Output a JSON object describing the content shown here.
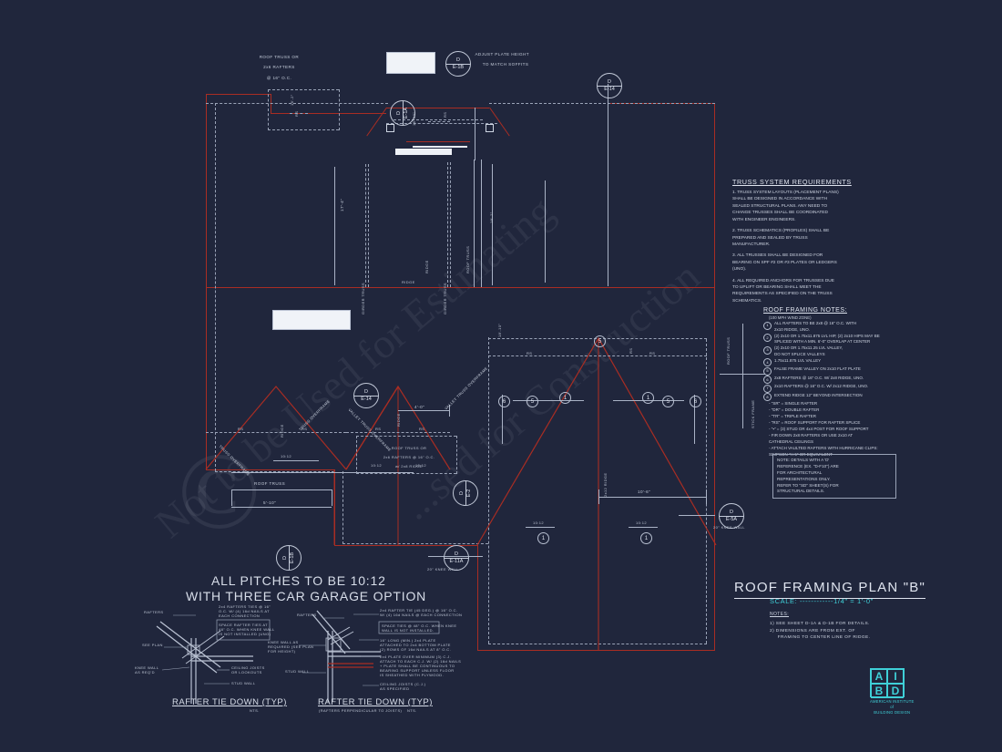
{
  "sheet": {
    "title": "ROOF FRAMING PLAN \"B\"",
    "scale": "SCALE: ------------1/4\" = 1'-0\"",
    "notes_header": "NOTES:",
    "notes": [
      "1) SEE SHEET D-1A & D-1B FOR DETAILS.",
      "2) DIMENSIONS ARE FROM EXT. OF",
      "     FRAMING TO CENTER LINE OF RIDGE."
    ]
  },
  "truss_requirements": {
    "header": "TRUSS SYSTEM REQUIREMENTS",
    "items": [
      "1. TRUSS SYSTEM LAYOUTS (PLACEMENT PLANS)",
      "SHALL BE DESIGNED IN ACCORDANCE WITH",
      "SEALED STRUCTURAL PLANS. ANY NEED TO",
      "CHANGE TRUSSES SHALL BE COORDINATED",
      "WITH ENGINEER ENGINEERS.",
      "",
      "2. TRUSS SCHEMATICS (PROFILES) SHALL BE",
      "PREPARED AND SEALED BY TRUSS",
      "MANUFACTURER.",
      "",
      "3. ALL TRUSSES SHALL BE DESIGNED FOR",
      "BEARING ON SPF #2 OR #3 PLATES OR LEDGERS",
      "(UNO).",
      "",
      "4. ALL REQUIRED ANCHORS FOR TRUSSES DUE",
      "TO UPLIFT OR BEARING SHALL MEET THE",
      "REQUIREMENTS AS SPECIFIED ON THE TRUSS",
      "SCHEMATICS."
    ]
  },
  "framing_notes": {
    "header": "ROOF FRAMING NOTES:",
    "subheader": "(100 MPH WIND ZONE)",
    "numbered": [
      {
        "num": "1",
        "text": "ALL RAFTERS TO BE 2x8 @ 16\" O.C. WITH\n2x10 RIDGE, UNO."
      },
      {
        "num": "2",
        "text": "(2) 2x10 OR 1.75x11.875 LVL HIP, (2) 2x10 HIPS MAY BE\nSPLICED WITH A MIN. 6'-0\" OVERLAP AT CENTER"
      },
      {
        "num": "3",
        "text": "(2) 2x10 OR 1.75x11.25 LVL VALLEY,\nDO NOT SPLICE VALLEYS"
      },
      {
        "num": "4",
        "text": "1.75x11.875 LVL VALLEY"
      },
      {
        "num": "5",
        "text": "FALSE FRAME VALLEY ON 2x10 FLAT PLATE"
      },
      {
        "num": "6",
        "text": "2x8 RAFTERS @ 16\" O.C. W/ 2x8 RIDGE, UNO."
      },
      {
        "num": "7",
        "text": "2x10 RAFTERS @ 16\" O.C. W/ 2x12 RIDGE, UNO."
      },
      {
        "num": "8",
        "text": "EXTEND RIDGE 12\" BEYOND INTERSECTION"
      }
    ],
    "legend": [
      "\"SR\"  = SINGLE RAFTER",
      "\"DR\"  = DOUBLE RAFTER",
      "\"TR\"  = TRIPLE RAFTER",
      "\"RS\"  = ROOF SUPPORT FOR RAFTER SPLICE",
      "\"▪\"   = (3) STUD OR 4x4 POST FOR ROOF SUPPORT"
    ],
    "bullets": [
      "FIR DOWN 2x8 RAFTERS OR USE 2x10 AT",
      "  CATHEDRAL CEILINGS",
      "ATTACH VAULTED RAFTERS WITH HURRICANE CLIPS:",
      "  SIMPSON \"H-5\" OR EQUIVALENT"
    ]
  },
  "detail_note": {
    "lines": [
      "NOTE: DETAILS WITH A 'D'",
      "REFERENCE (EX. \"D-F10\") ARE",
      "FOR ARCHITECTURAL",
      "REPRESENTATIONS ONLY.",
      "REFER TO \"SD\" SHEET(S) FOR",
      "STRUCTURAL DETAILS."
    ]
  },
  "plan_labels": {
    "roof_truss_callout": [
      "ROOF TRUSS OR",
      "2x6 RAFTERS",
      "@ 16\" O.C."
    ],
    "adjust_plate": [
      "ADJUST PLATE HEIGHT",
      "TO MATCH SOFFITS"
    ],
    "pitch_note": [
      "ALL PITCHES TO BE 10:12",
      "WITH THREE CAR GARAGE OPTION"
    ],
    "ridge": "RIDGE",
    "girder_truss": "GIRDER TRUSS",
    "valley_truss_overframe": "VALLEY TRUSS OVERFRAME",
    "truss_overframe": "TRUSS OVERFRAME",
    "roof_truss": "ROOF TRUSS",
    "stick_frame": "STICK FRAME",
    "ridge_2x12": "2x12 RIDGE",
    "knee_wall_20": "20\" KNEE WALL",
    "center_truss_note": [
      "ROOF TRUSS OR",
      "2x6 RAFTERS @ 16\" O.C.",
      "w/ 2x8 RIDGE"
    ],
    "rs": "RS",
    "dims": {
      "left_height": "17'-4\"",
      "center_width": "4'-0\"",
      "garage_width": "5'-10\"",
      "right_width": "10'-6\"",
      "pitch": "10:12",
      "vert_dim_1": "18'-2\"",
      "vert_dim_2": "18'-10\""
    }
  },
  "bubbles": [
    {
      "id": "b1",
      "top": "D",
      "bottom": "E-1B"
    },
    {
      "id": "b2",
      "top": "D",
      "bottom": "E-1A"
    },
    {
      "id": "b3",
      "top": "D",
      "bottom": "E-14"
    },
    {
      "id": "b4",
      "top": "D",
      "bottom": "E-14"
    },
    {
      "id": "b5",
      "top": "D",
      "bottom": "E-1B"
    },
    {
      "id": "b6",
      "top": "D",
      "bottom": "E-11A"
    },
    {
      "id": "b7",
      "top": "D",
      "bottom": "E-5A"
    },
    {
      "id": "b8",
      "top": "D",
      "bottom": "E-2"
    }
  ],
  "details": {
    "left": {
      "title": "RAFTER TIE DOWN (TYP)",
      "subtitle": "NTS.",
      "labels": [
        "RAFTERS",
        "SEE PLAN",
        "KNEE WALL\nAS REQ'D",
        "CEILING JOISTS\nOR LOOKOUTS",
        "STUD WALL"
      ],
      "callouts": [
        "2x4 RAFTERS TIES @ 16\"\nO.C. W/ (4) 16d NAILS AT\nEACH CONNECTION",
        "SPACE RAFTER TIES AT\n48\" O.C. WHEN KNEE WALL\nIS NOT INSTALLED (UNO)"
      ]
    },
    "right": {
      "title": "RAFTER TIE DOWN (TYP)",
      "subtitle": "(RAFTERS PERPENDICULAR TO JOISTS)",
      "nts": "NTS.",
      "labels": [
        "RAFTERS",
        "KNEE WALL AS\nREQUIRED (SEE PLAN\nFOR HEIGHT)",
        "STUD WALL"
      ],
      "callouts": [
        "2x4 RAFTER TIE (45 DEG.) @ 16\" O.C.\nW/ (4) 16d NAILS @ EACH CONNECTION",
        "SPACE TIES @ 48\" O.C. WHEN KNEE\nWALL IS NOT INSTALLED.",
        "16\" LONG (MIN.) 2x4 PLATE\nATTACHED TO 2x4 BOTTOM PLATE\n(2) ROWS OF 16d NAILS AT 8\" O.C.",
        "2x4 PLATE OVER MINIMUM (3) C.J.\nATTACH TO EACH C.J. W/ (2) 16d NAILS\n+ PLATE SHALL BE CONTINUOUS TO\nBEARING SUPPORT UNLESS FLOOR\nIS SHEATHED WITH PLYWOOD.",
        "CEILING JOISTS (C.J.)\nAS SPECIFIED"
      ]
    }
  },
  "logo": {
    "letters": [
      "A",
      "I",
      "B",
      "D"
    ],
    "caption": [
      "AMERICAN INSTITUTE",
      "of",
      "BUILDING DESIGN"
    ],
    "reg": "®"
  },
  "watermark": {
    "diagonal": "...sed for Construction",
    "diagonal2": "Not to be Used for Estimating",
    "copyright": "©"
  },
  "colors": {
    "background": "#20263c",
    "roof_red": "#a92d23",
    "line_grey": "#aab3c6",
    "text": "#dfe4ef",
    "accent_cyan": "#3fd0d8"
  }
}
